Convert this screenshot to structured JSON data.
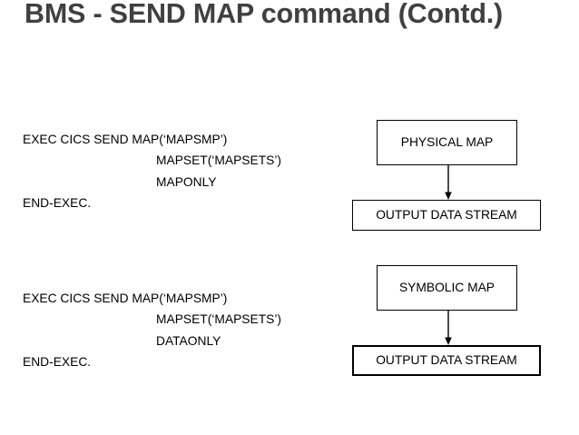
{
  "slide": {
    "title": "BMS - SEND MAP command (Contd.)",
    "background_color": "#ffffff",
    "title_color": "#404040",
    "body_color": "#000000",
    "shape_border_color": "#000000"
  },
  "code_blocks": [
    {
      "name": "maponly-example",
      "lines": [
        {
          "text": "EXEC CICS SEND MAP(‘MAPSMP’)",
          "indented": false
        },
        {
          "text": "MAPSET(‘MAPSETS’)",
          "indented": true
        },
        {
          "text": "MAPONLY",
          "indented": true
        },
        {
          "text": "END-EXEC.",
          "indented": false
        }
      ]
    },
    {
      "name": "dataonly-example",
      "lines": [
        {
          "text": "EXEC CICS SEND MAP(‘MAPSMP’)",
          "indented": false
        },
        {
          "text": "MAPSET(‘MAPSETS’)",
          "indented": true
        },
        {
          "text": "DATAONLY",
          "indented": true
        },
        {
          "text": "END-EXEC.",
          "indented": false
        }
      ]
    }
  ],
  "diagrams": [
    {
      "name": "physical-map-flow",
      "source_label": "PHYSICAL MAP",
      "target_label": "OUTPUT DATA STREAM",
      "arrow": "down-arrow-icon"
    },
    {
      "name": "symbolic-map-flow",
      "source_label": "SYMBOLIC MAP",
      "target_label": "OUTPUT DATA STREAM",
      "arrow": "down-arrow-icon"
    }
  ]
}
